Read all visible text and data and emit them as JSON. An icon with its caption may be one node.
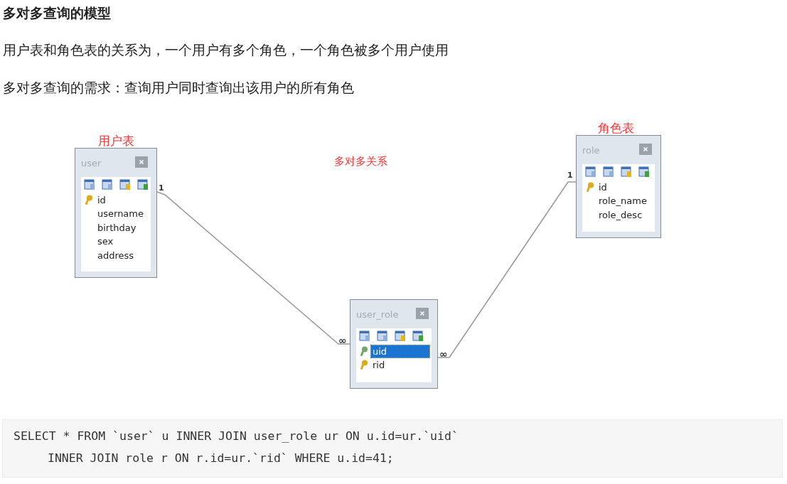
{
  "diagram": {
    "title": "多对多查询的模型",
    "nodes": [
      {
        "text": [
          "用户表",
          "user",
          "id",
          "username",
          "birthday",
          "sex",
          "address"
        ]
      },
      {
        "text": [
          "user_role",
          "uid",
          "rid"
        ]
      },
      {
        "text": [
          "角色表",
          "role",
          "id",
          "role_name",
          "role_desc"
        ]
      }
    ],
    "edges": [
      {
        "from": 0,
        "to": 1,
        "arrow": "none"
      },
      {
        "from": 2,
        "to": 1,
        "arrow": "none"
      }
    ],
    "labels": [
      "用户表和角色表的关系为，一个用户有多个角色，一个角色被多个用户使用",
      "多对多查询的需求：查询用户同时查询出该用户的所有角色",
      "多对多关系",
      "1",
      "∞",
      "1",
      "∞",
      "SELECT * FROM `user` u INNER JOIN user_role ur ON u.id=ur.`uid`",
      "INNER JOIN role r ON r.id=ur.`rid` WHERE u.id=41;"
    ]
  }
}
